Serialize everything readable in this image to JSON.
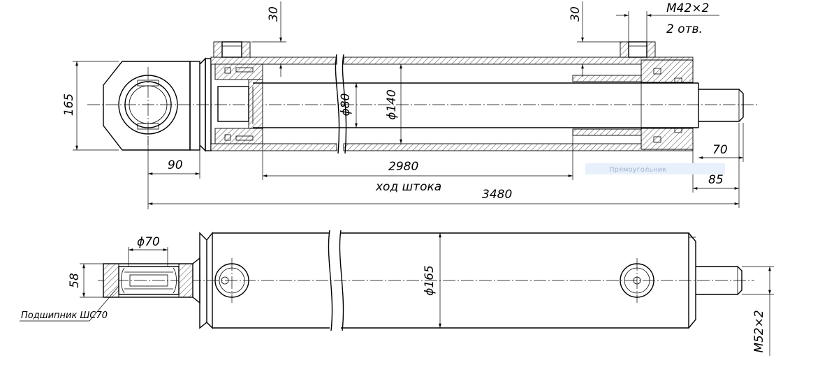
{
  "dimensions": {
    "top_left_30": "30",
    "top_right_30": "30",
    "thread_ports": "M42×2",
    "ports_count": "2 отв.",
    "height_165": "165",
    "rod_dia_80": "ϕ80",
    "bore_dia_140": "ϕ140",
    "len_90": "90",
    "len_2980": "2980",
    "stroke_label": "ход штока",
    "len_3480": "3480",
    "len_70": "70",
    "len_85": "85",
    "bearing_dia_70": "ϕ70",
    "width_58": "58",
    "bearing_label": "Подшипник ШС70",
    "outer_dia_165": "ϕ165",
    "rod_thread": "М52×2"
  },
  "ghost_label": "Прямоугольник"
}
